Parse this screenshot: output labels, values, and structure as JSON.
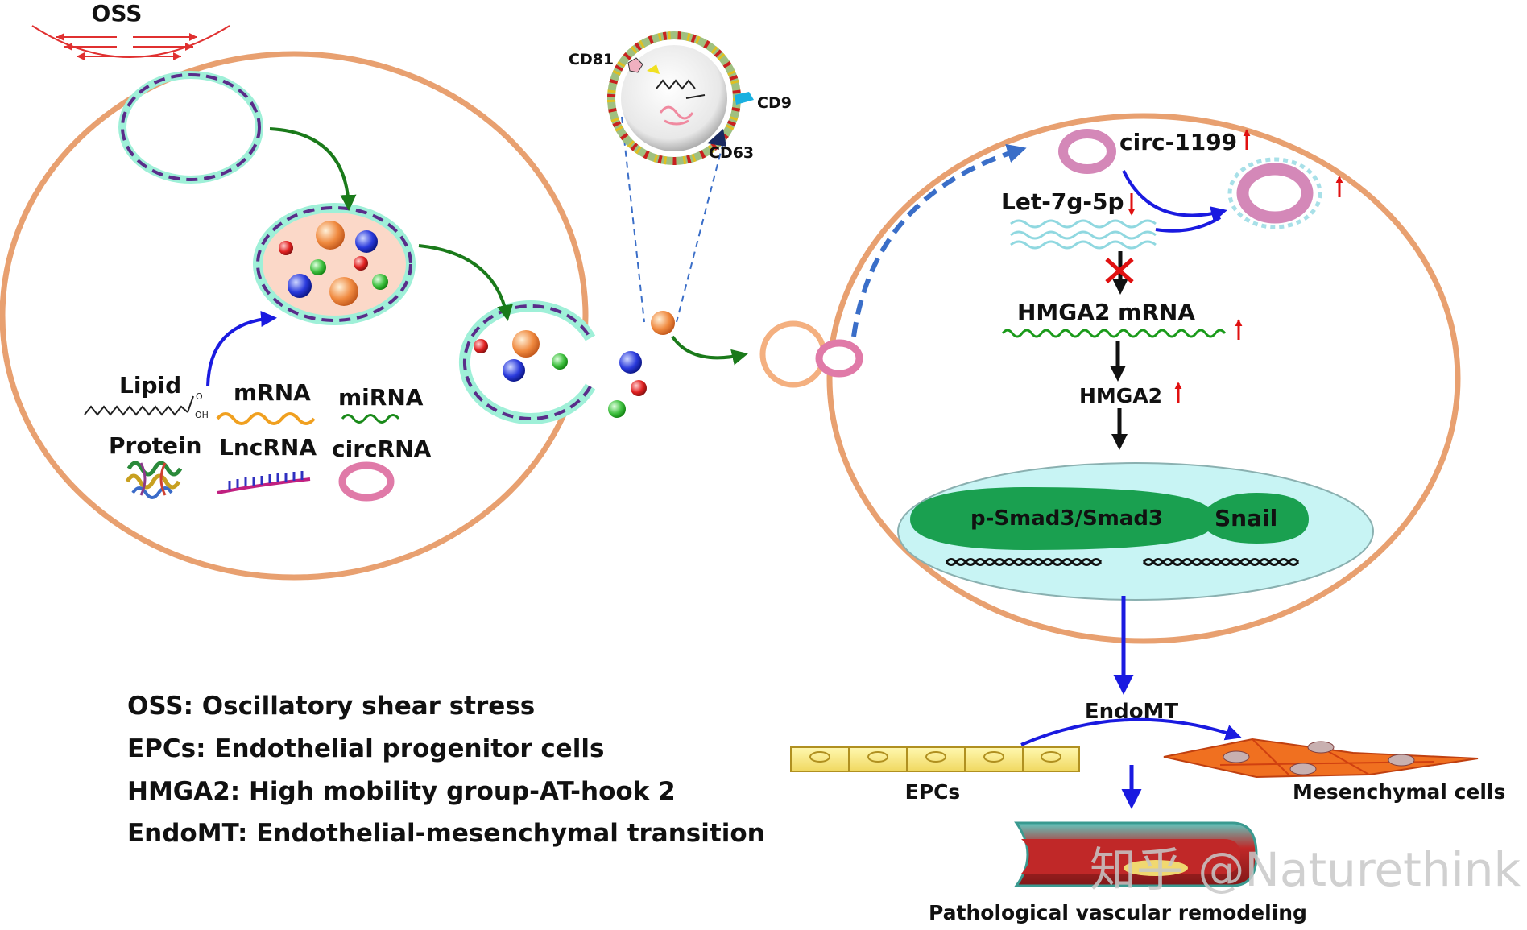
{
  "labels": {
    "oss": "OSS",
    "cd81": "CD81",
    "cd9": "CD9",
    "cd63": "CD63",
    "lipid": "Lipid",
    "mrna": "mRNA",
    "mirna": "miRNA",
    "protein": "Protein",
    "lncrna": "LncRNA",
    "circrna": "circRNA",
    "circ1199": "circ-1199",
    "let7g": "Let-7g-5p",
    "hmga2_mrna": "HMGA2 mRNA",
    "hmga2": "HMGA2",
    "smad": "p-Smad3/Smad3",
    "snail": "Snail",
    "endomt": "EndoMT",
    "epcs": "EPCs",
    "mesenchymal": "Mesenchymal  cells",
    "pathological": "Pathological vascular remodeling",
    "lipid_oh": "OH",
    "lipid_o": "O"
  },
  "legend": [
    "OSS: Oscillatory shear stress",
    "EPCs: Endothelial progenitor cells",
    "HMGA2: High mobility group-AT-hook 2",
    "EndoMT: Endothelial-mesenchymal transition"
  ],
  "watermark": "知乎 @Naturethink",
  "colors": {
    "cell_membrane": "#e8a070",
    "vesicle_dash": "#5a2d8a",
    "vesicle_fill": "#bff0e0",
    "arrow_green": "#1a7a1a",
    "arrow_blue": "#1a1ae0",
    "arrow_red": "#e01010",
    "circrna_pink": "#e07aa8",
    "nucleus_fill": "#c8f4f4",
    "smad_green": "#1aa050"
  }
}
